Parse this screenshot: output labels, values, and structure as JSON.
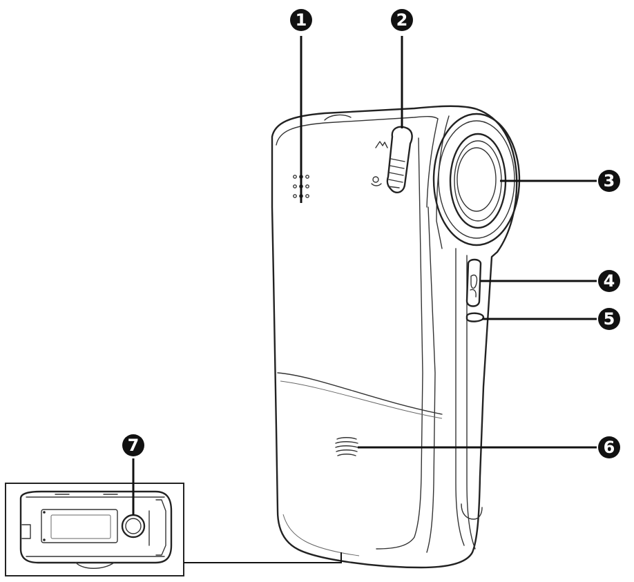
{
  "diagram": {
    "background": "#ffffff",
    "line_color": "#111111",
    "callouts": [
      {
        "id": "1",
        "label": "1",
        "part": "microphone-icon"
      },
      {
        "id": "2",
        "label": "2",
        "part": "macro-switch-icon"
      },
      {
        "id": "3",
        "label": "3",
        "part": "lens-icon"
      },
      {
        "id": "4",
        "label": "4",
        "part": "strap-holder-icon"
      },
      {
        "id": "5",
        "label": "5",
        "part": "side-button-icon"
      },
      {
        "id": "6",
        "label": "6",
        "part": "speaker-icon"
      },
      {
        "id": "7",
        "label": "7",
        "part": "tripod-socket-icon"
      }
    ]
  }
}
